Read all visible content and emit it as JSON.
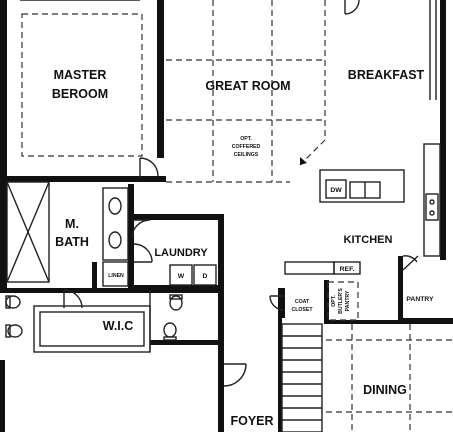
{
  "rooms": {
    "master_bedroom": [
      "MASTER",
      "BEROOM"
    ],
    "great_room": "GREAT ROOM",
    "breakfast": "BREAKFAST",
    "coffered_note": [
      "OPT.",
      "COFFERED",
      "CEILINGS"
    ],
    "kitchen": "KITCHEN",
    "master_bath": [
      "M.",
      "BATH"
    ],
    "laundry": "LAUNDRY",
    "walk_in_closet": "W.I.C",
    "coat_closet": [
      "COAT",
      "CLOSET"
    ],
    "butlers_pantry": [
      "OPT.",
      "BUTLER'S",
      "PANTRY"
    ],
    "pantry": "PANTRY",
    "dining": "DINING",
    "foyer": "FOYER"
  },
  "fixtures": {
    "dishwasher": "DW",
    "refrigerator": "REF.",
    "washer": "W",
    "dryer": "D",
    "linen": "LINEN"
  }
}
